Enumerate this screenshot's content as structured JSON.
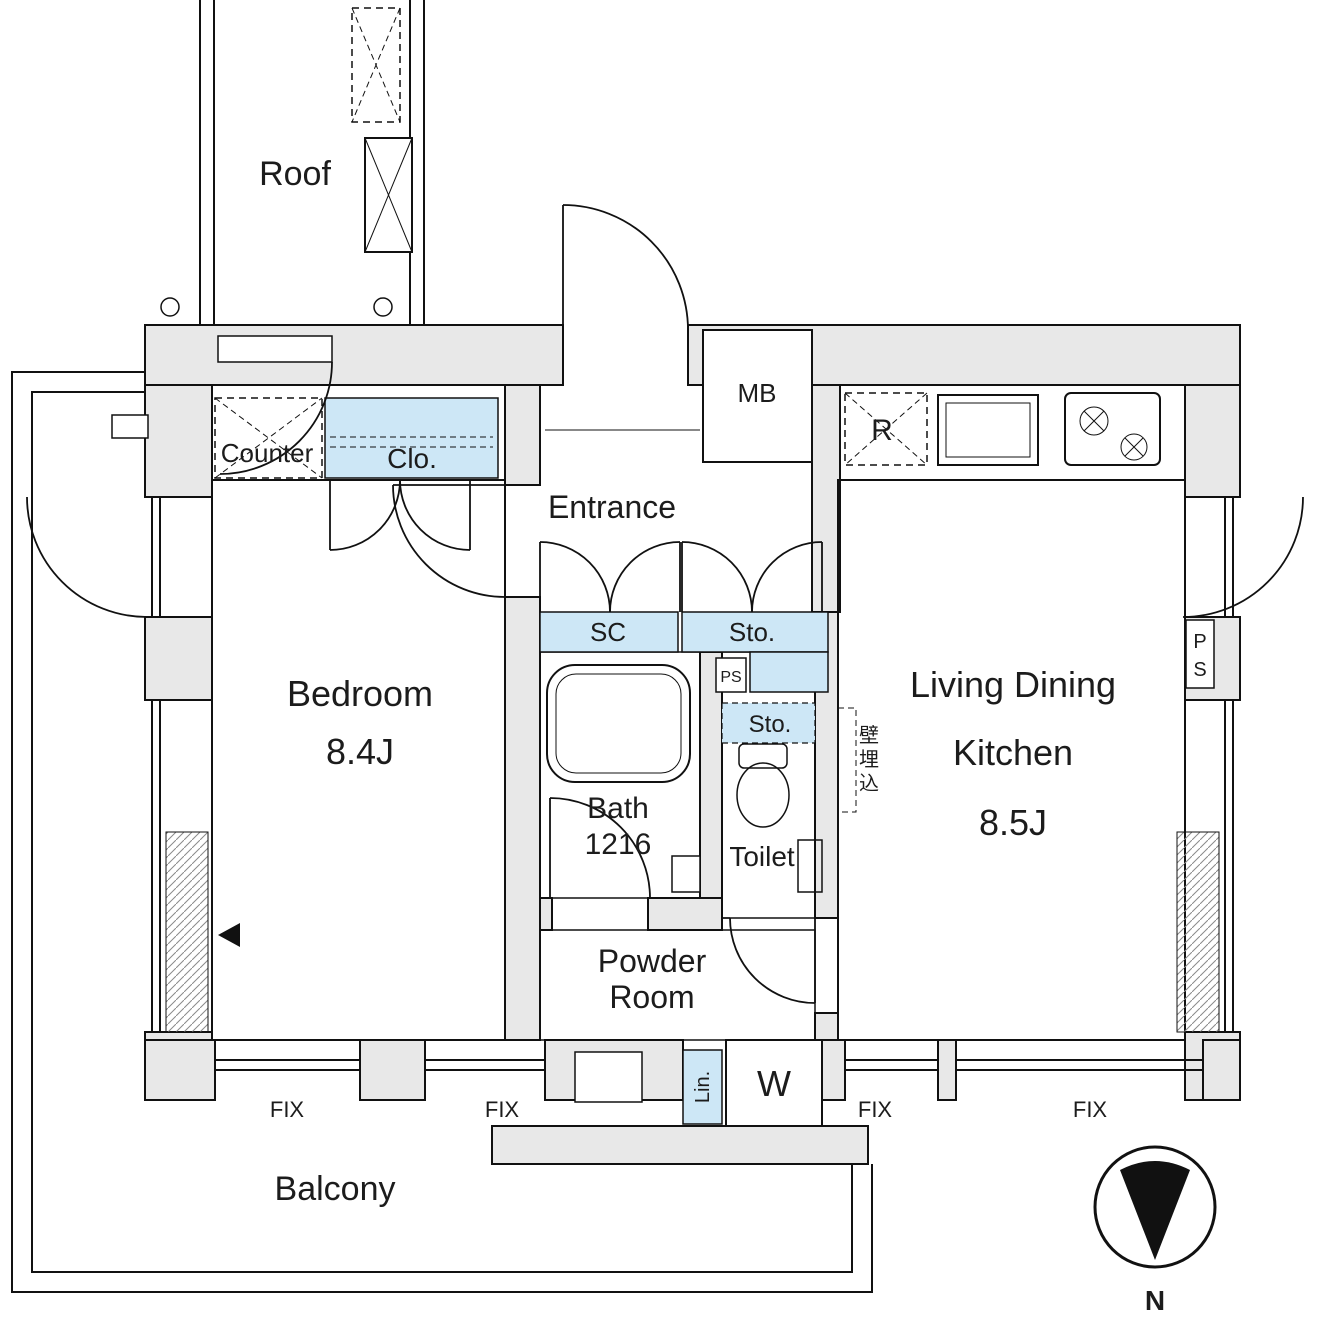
{
  "plan": {
    "labels": {
      "roof": "Roof",
      "counter": "Counter",
      "closet": "Clo.",
      "entrance": "Entrance",
      "shoe_closet": "SC",
      "storage_upper": "Sto.",
      "meter_box": "MB",
      "refrigerator": "R",
      "bedroom_name": "Bedroom",
      "bedroom_size": "8.4J",
      "ldk_line1": "Living Dining",
      "ldk_line2": "Kitchen",
      "ldk_size": "8.5J",
      "bath_name": "Bath",
      "bath_size": "1216",
      "storage_mid": "Sto.",
      "wall_embedded_chars": [
        "壁",
        "埋",
        "込"
      ],
      "toilet": "Toilet",
      "ps_chars": [
        "P",
        "S"
      ],
      "ps_small": "PS",
      "powder_line1": "Powder",
      "powder_line2": "Room",
      "linen": "Lin.",
      "washer": "W",
      "fix": "FIX",
      "balcony": "Balcony",
      "north": "N"
    },
    "colors": {
      "wall": "#e8e8e8",
      "storage": "#cde7f6",
      "line": "#111111"
    }
  }
}
